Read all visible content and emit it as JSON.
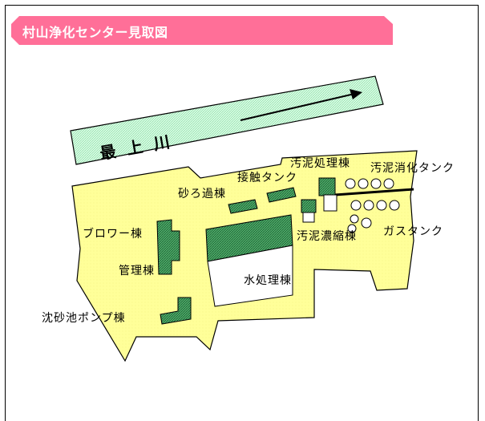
{
  "title": "村山浄化センター見取図",
  "river": {
    "name": "最上川"
  },
  "labels": {
    "contact_tank": "接触タンク",
    "sand_filter": "砂ろ過棟",
    "sludge_treatment": "汚泥処理棟",
    "sludge_digestion_tank": "汚泥消化タンク",
    "blower": "ブロワー棟",
    "sludge_thickening": "汚泥濃縮棟",
    "gas_tank": "ガスタンク",
    "admin": "管理棟",
    "water_treatment": "水処理棟",
    "grit_pump": "沈砂池ポンプ棟"
  },
  "colors": {
    "title_bg": "#ff6f98",
    "site": "#ffff99",
    "river": "#ccffdd",
    "building": "#3f9c5a"
  }
}
